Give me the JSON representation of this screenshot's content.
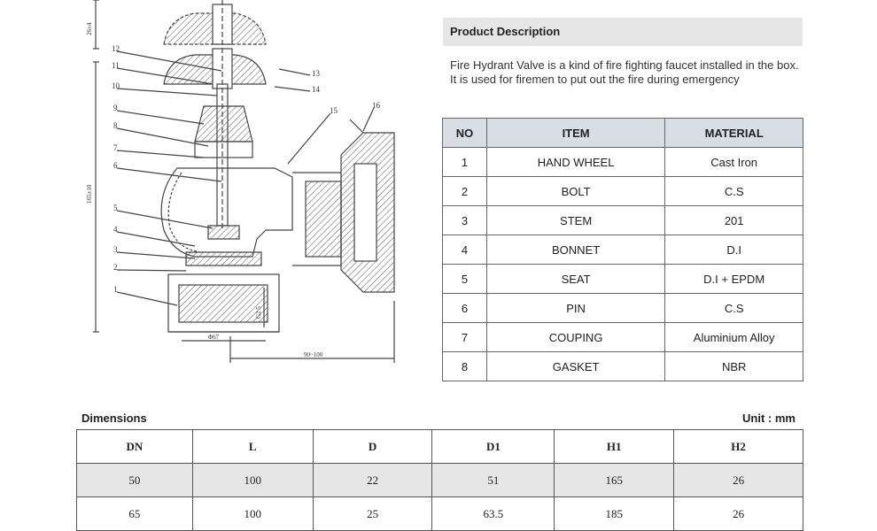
{
  "drawing": {
    "callouts": [
      "1",
      "2",
      "3",
      "4",
      "5",
      "6",
      "7",
      "8",
      "9",
      "10",
      "11",
      "12",
      "13",
      "14",
      "15",
      "16"
    ],
    "dim_top": "26±4",
    "dim_height": "165±10",
    "dim_thread": "G2.5",
    "dim_base": "Φ67",
    "dim_length": "90~100"
  },
  "product": {
    "header": "Product Description",
    "description": "Fire Hydrant Valve is a kind of fire fighting faucet installed in the box. It is used for firemen to put out the fire during emergency"
  },
  "materials": {
    "headers": [
      "NO",
      "ITEM",
      "MATERIAL"
    ],
    "rows": [
      [
        "1",
        "HAND WHEEL",
        "Cast Iron"
      ],
      [
        "2",
        "BOLT",
        "C.S"
      ],
      [
        "3",
        "STEM",
        "201"
      ],
      [
        "4",
        "BONNET",
        "D.I"
      ],
      [
        "5",
        "SEAT",
        "D.I + EPDM"
      ],
      [
        "6",
        "PIN",
        "C.S"
      ],
      [
        "7",
        "COUPING",
        "Aluminium Alloy"
      ],
      [
        "8",
        "GASKET",
        "NBR"
      ]
    ]
  },
  "dimensions": {
    "title": "Dimensions",
    "unit": "Unit : mm",
    "headers": [
      "DN",
      "L",
      "D",
      "D1",
      "H1",
      "H2"
    ],
    "rows": [
      [
        "50",
        "100",
        "22",
        "51",
        "165",
        "26"
      ],
      [
        "65",
        "100",
        "25",
        "63.5",
        "185",
        "26"
      ]
    ]
  }
}
